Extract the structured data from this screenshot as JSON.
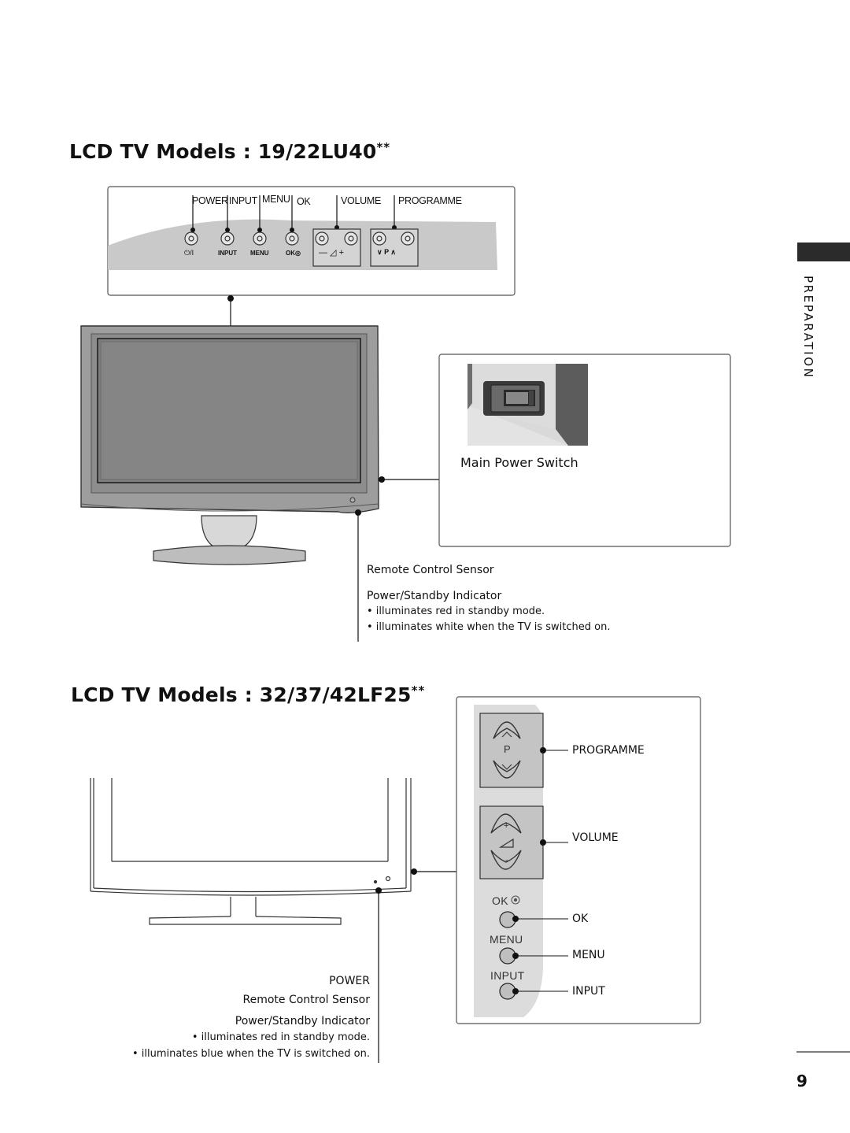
{
  "section_tab": "PREPARATION",
  "page_number": "9",
  "model1": {
    "title": "LCD TV Models : 19/22LU40",
    "title_suffix": "**",
    "top_labels": {
      "power": "POWER",
      "input": "INPUT",
      "menu": "MENU",
      "ok": "OK",
      "volume": "VOLUME",
      "programme": "PROGRAMME"
    },
    "panel_symbols": {
      "power": "⏻/I",
      "input": "INPUT",
      "menu": "MENU",
      "ok": "OK◎",
      "volume": "— ◿ +",
      "programme": "∨  P  ∧"
    },
    "main_power_switch": "Main Power Switch",
    "remote_sensor": "Remote Control Sensor",
    "indicator": "Power/Standby Indicator",
    "bullet1": "• illuminates red in standby mode.",
    "bullet2": "• illuminates white when the TV is switched on."
  },
  "model2": {
    "title": "LCD TV Models : 32/37/42LF25",
    "title_suffix": "**",
    "panel": {
      "p_letter": "P",
      "plus": "+",
      "minus": "-",
      "ok_caption": "OK",
      "menu_caption": "MENU",
      "input_caption": "INPUT"
    },
    "labels": {
      "programme": "PROGRAMME",
      "volume": "VOLUME",
      "ok": "OK",
      "menu": "MENU",
      "input": "INPUT"
    },
    "power": "POWER",
    "remote_sensor": "Remote Control Sensor",
    "indicator": "Power/Standby Indicator",
    "bullet1": "• illuminates red in standby mode.",
    "bullet2": "• illuminates blue when the TV is switched on."
  }
}
